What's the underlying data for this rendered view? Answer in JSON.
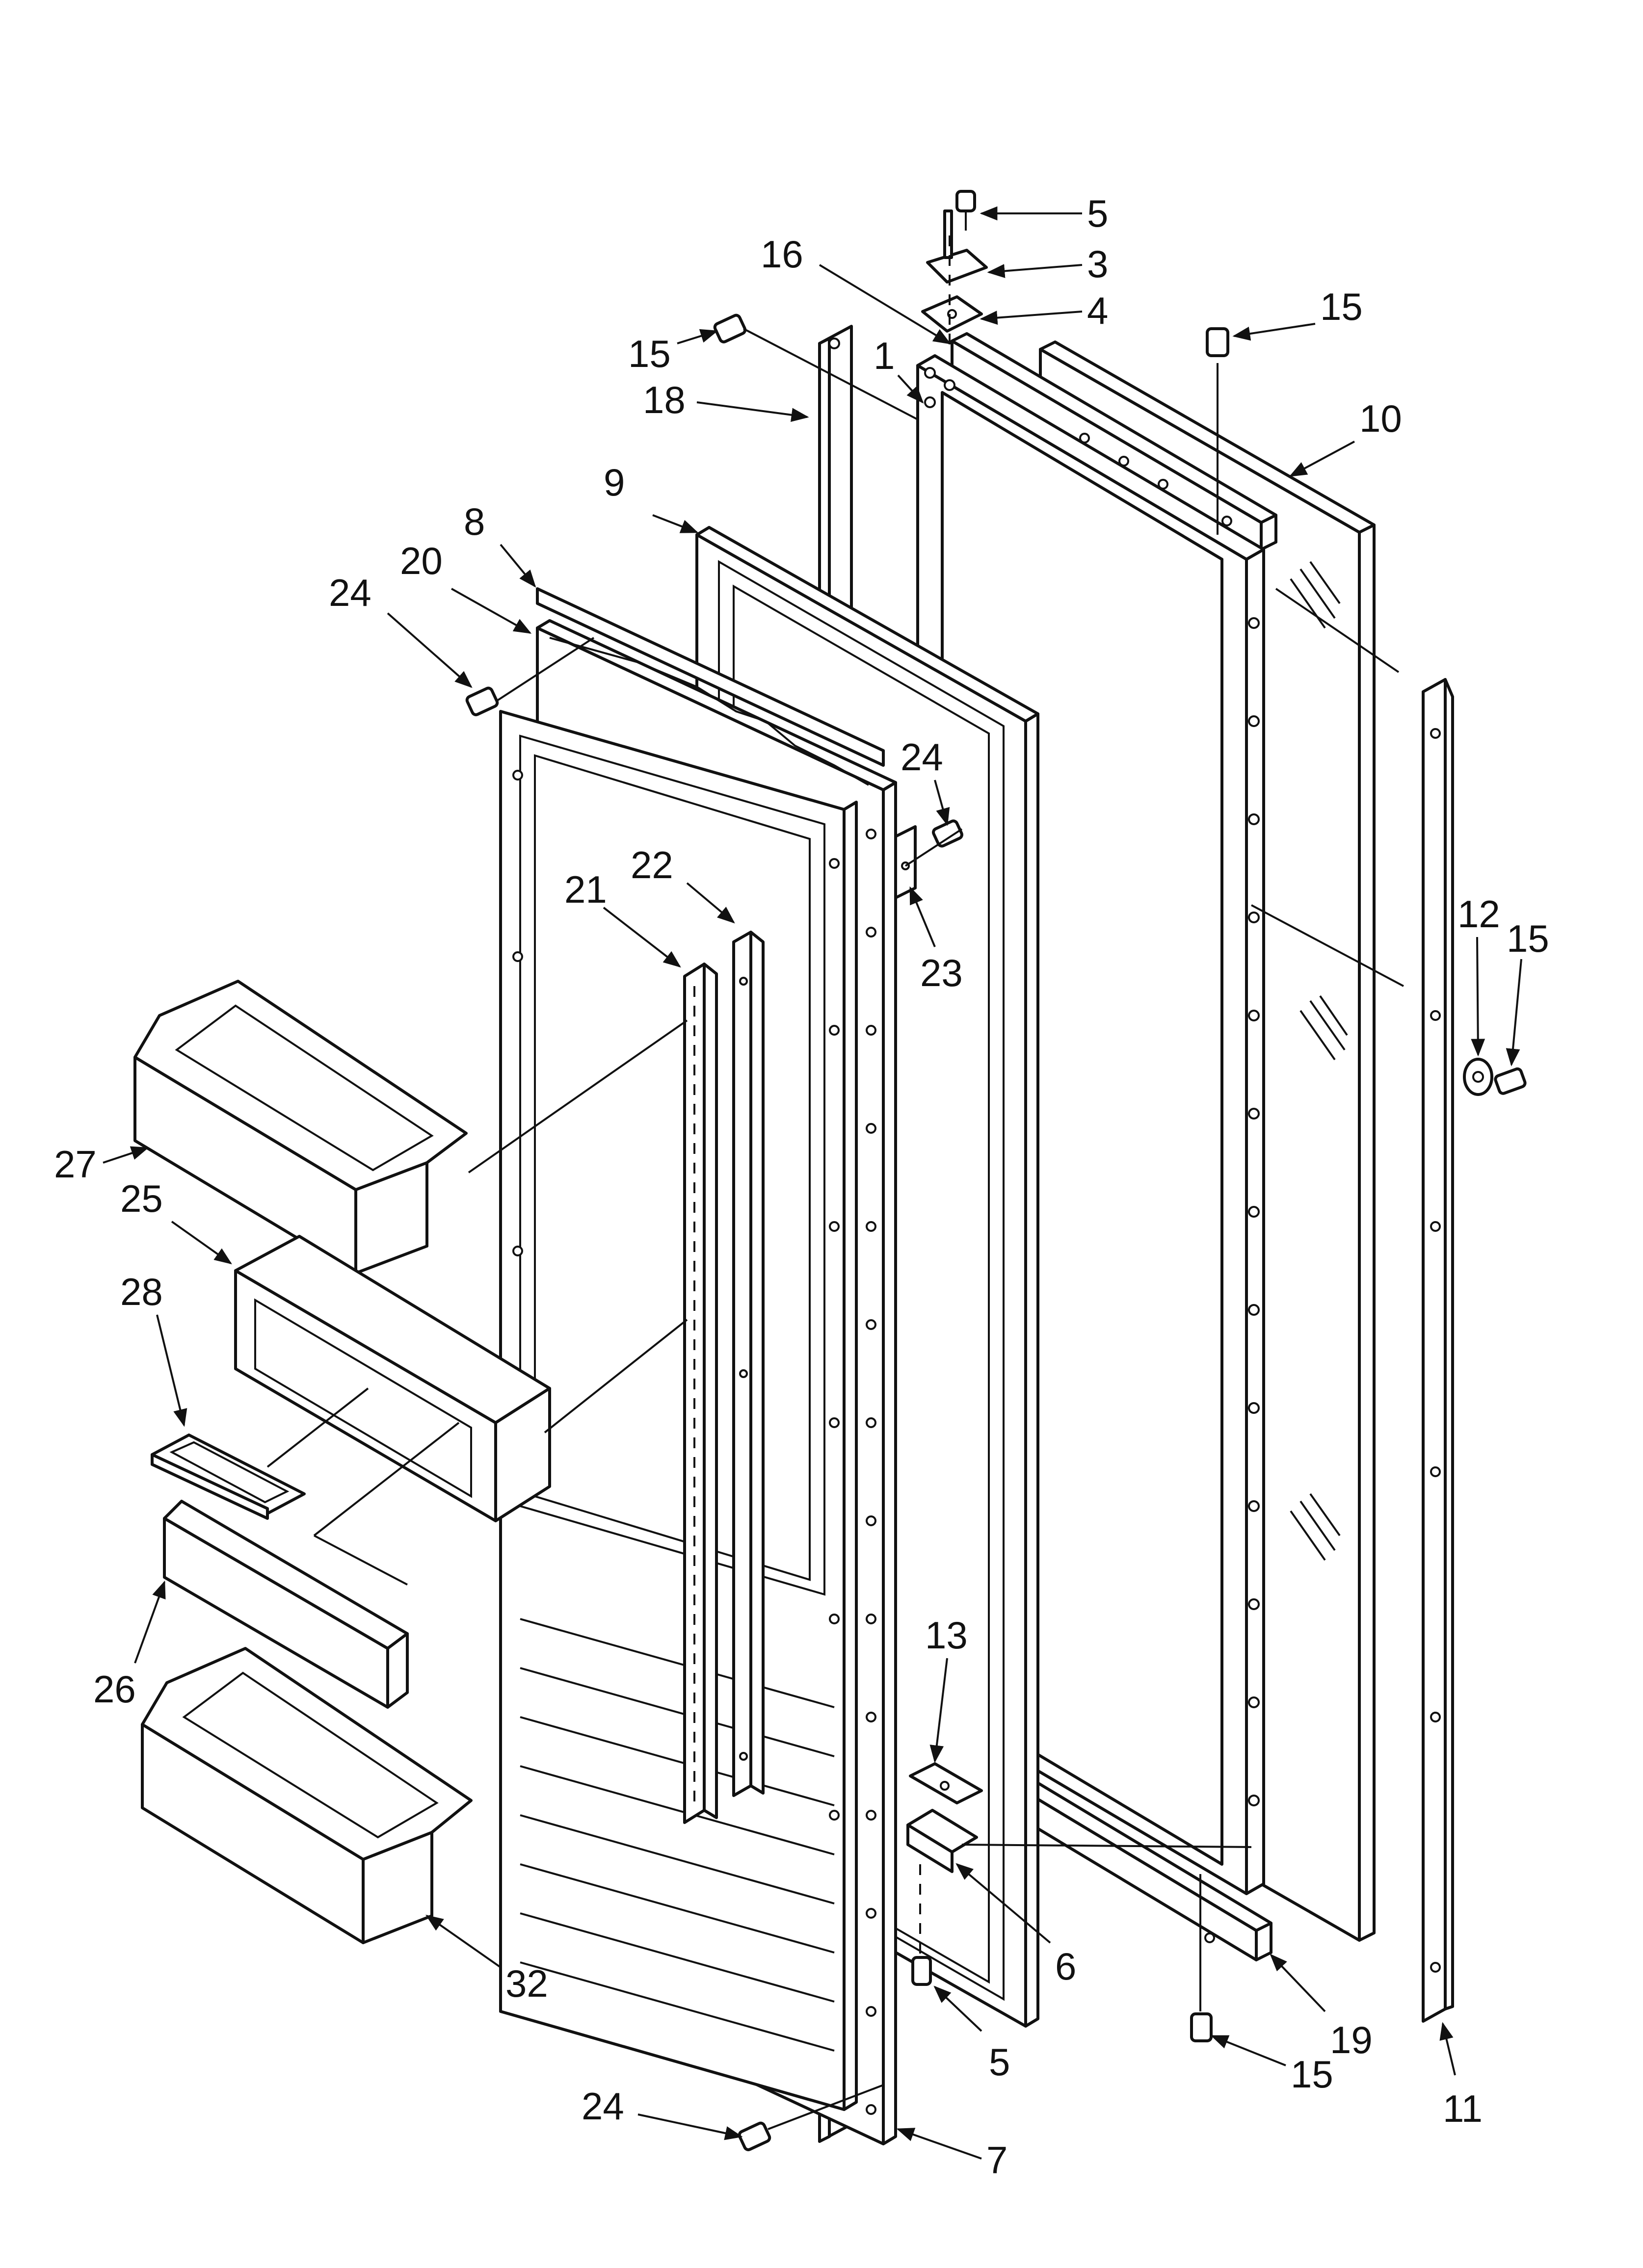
{
  "diagram": {
    "title": "",
    "callouts": [
      {
        "id": "c5a",
        "label": "5"
      },
      {
        "id": "c3",
        "label": "3"
      },
      {
        "id": "c4",
        "label": "4"
      },
      {
        "id": "c16",
        "label": "16"
      },
      {
        "id": "c15a",
        "label": "15"
      },
      {
        "id": "c15b",
        "label": "15"
      },
      {
        "id": "c1",
        "label": "1"
      },
      {
        "id": "c18",
        "label": "18"
      },
      {
        "id": "c10",
        "label": "10"
      },
      {
        "id": "c9",
        "label": "9"
      },
      {
        "id": "c8",
        "label": "8"
      },
      {
        "id": "c20",
        "label": "20"
      },
      {
        "id": "c24a",
        "label": "24"
      },
      {
        "id": "c24b",
        "label": "24"
      },
      {
        "id": "c22",
        "label": "22"
      },
      {
        "id": "c21",
        "label": "21"
      },
      {
        "id": "c23",
        "label": "23"
      },
      {
        "id": "c12",
        "label": "12"
      },
      {
        "id": "c15c",
        "label": "15"
      },
      {
        "id": "c27",
        "label": "27"
      },
      {
        "id": "c25",
        "label": "25"
      },
      {
        "id": "c28",
        "label": "28"
      },
      {
        "id": "c26",
        "label": "26"
      },
      {
        "id": "c13",
        "label": "13"
      },
      {
        "id": "c6",
        "label": "6"
      },
      {
        "id": "c32",
        "label": "32"
      },
      {
        "id": "c19",
        "label": "19"
      },
      {
        "id": "c11",
        "label": "11"
      },
      {
        "id": "c15d",
        "label": "15"
      },
      {
        "id": "c5b",
        "label": "5"
      },
      {
        "id": "c24c",
        "label": "24"
      },
      {
        "id": "c7",
        "label": "7"
      }
    ]
  }
}
